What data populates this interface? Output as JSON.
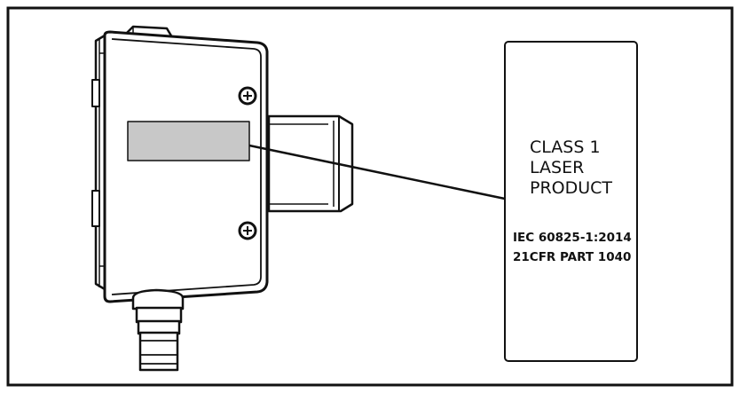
{
  "label": {
    "line1": "CLASS 1",
    "line2": "LASER",
    "line3": "PRODUCT",
    "standard1": "IEC 60825-1:2014",
    "standard2": "21CFR PART 1040"
  },
  "colors": {
    "stroke": "#111111",
    "label_window": "#c8c8c8",
    "background": "#ffffff"
  }
}
